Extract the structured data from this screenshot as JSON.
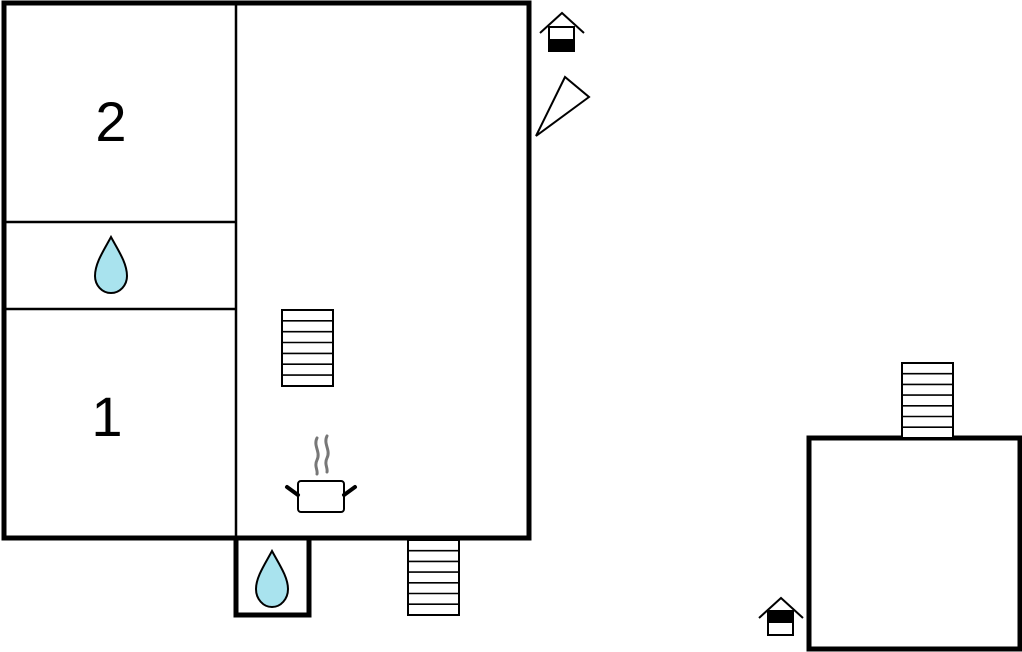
{
  "rooms": [
    {
      "id": "bedroom-2",
      "label": "2"
    },
    {
      "id": "bedroom-1",
      "label": "1"
    }
  ],
  "icons": {
    "bathroom": "water-drop-icon",
    "kitchen": "cooking-pot-icon",
    "stairs": "staircase-icon",
    "entrance": "house-entrance-icon",
    "terrace": "triangle-terrace-icon"
  },
  "colors": {
    "water": "#a9e3ee",
    "walls": "#000000",
    "entrance_fill": "#000000",
    "steam": "#777777"
  }
}
